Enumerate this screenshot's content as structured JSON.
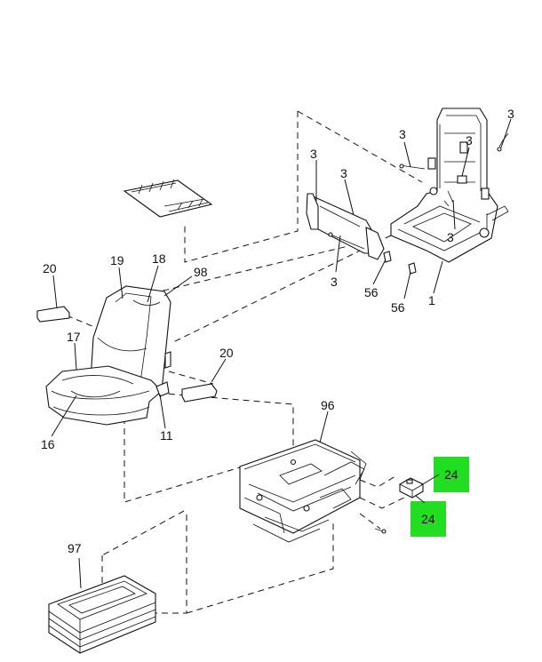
{
  "callouts": {
    "c1": "1",
    "c3a": "3",
    "c3b": "3",
    "c3c": "3",
    "c3d": "3",
    "c3e": "3",
    "c3f": "3",
    "c3g": "3",
    "c11": "11",
    "c16": "16",
    "c17": "17",
    "c18": "18",
    "c19": "19",
    "c20a": "20",
    "c20b": "20",
    "c24a": "24",
    "c24b": "24",
    "c56a": "56",
    "c56b": "56",
    "c96": "96",
    "c97": "97",
    "c98": "98"
  },
  "colors": {
    "highlight": "#22dd22",
    "line": "#111111"
  }
}
